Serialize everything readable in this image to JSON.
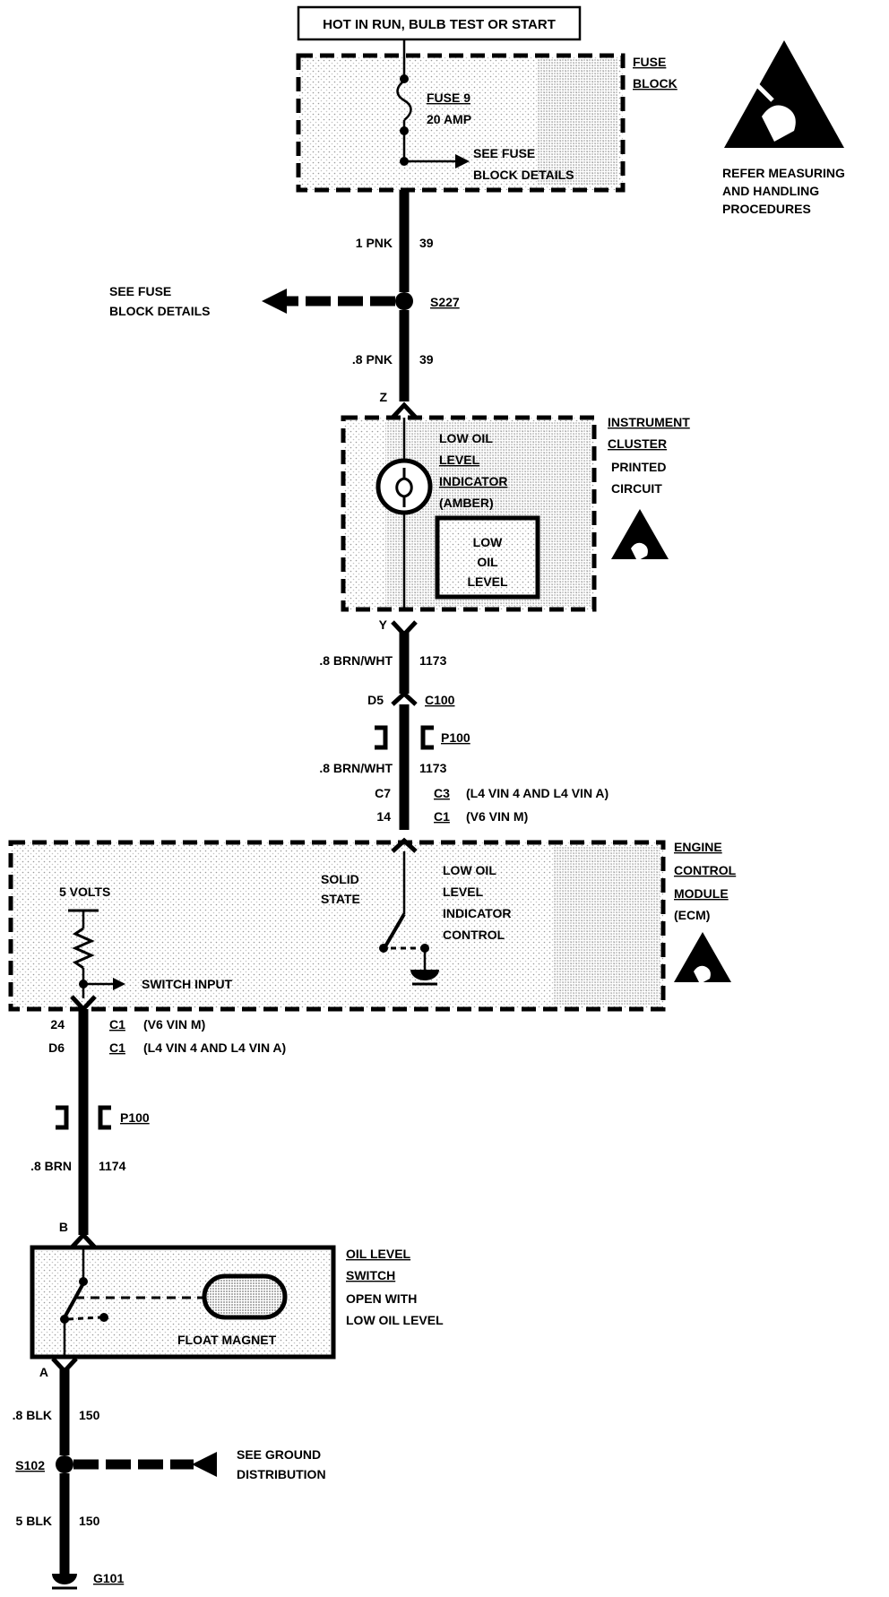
{
  "header": {
    "power_label": "HOT IN RUN, BULB TEST OR START"
  },
  "fuse_block": {
    "title_line1": "FUSE",
    "title_line2": "BLOCK",
    "fuse_name": "FUSE 9",
    "fuse_rating": "20 AMP",
    "see_details_line1": "SEE FUSE",
    "see_details_line2": "BLOCK DETAILS"
  },
  "esd_notice": {
    "line1": "REFER MEASURING",
    "line2": "AND HANDLING",
    "line3": "PROCEDURES"
  },
  "wires": {
    "w1_size": "1 PNK",
    "w1_circuit": "39",
    "w2_size": ".8 PNK",
    "w2_circuit": "39",
    "w3_size": ".8 BRN/WHT",
    "w3_circuit": "1173",
    "w4_size": ".8 BRN/WHT",
    "w4_circuit": "1173",
    "w5_size": ".8 BRN",
    "w5_circuit": "1174",
    "w6_size": ".8 BLK",
    "w6_circuit": "150",
    "w7_size": "5 BLK",
    "w7_circuit": "150"
  },
  "splice_s227": {
    "name": "S227",
    "see_line1": "SEE FUSE",
    "see_line2": "BLOCK DETAILS"
  },
  "instrument_cluster": {
    "title_line1": "INSTRUMENT",
    "title_line2": "CLUSTER",
    "title_line3": "PRINTED",
    "title_line4": "CIRCUIT",
    "pin_top": "Z",
    "pin_bottom": "Y",
    "indicator_line1": "LOW OIL",
    "indicator_line2": "LEVEL",
    "indicator_line3": "INDICATOR",
    "indicator_line4": "(AMBER)",
    "display_line1": "LOW",
    "display_line2": "OIL",
    "display_line3": "LEVEL"
  },
  "connector_c100": {
    "pin": "D5",
    "name": "C100"
  },
  "connector_p100_upper": {
    "name": "P100"
  },
  "ecm_connectors_top": {
    "pin_a": "C7",
    "conn_a": "C3",
    "note_a": "(L4 VIN 4 AND L4 VIN A)",
    "pin_b": "14",
    "conn_b": "C1",
    "note_b": "(V6 VIN M)"
  },
  "ecm": {
    "title_line1": "ENGINE",
    "title_line2": "CONTROL",
    "title_line3": "MODULE",
    "title_line4": "(ECM)",
    "voltage": "5 VOLTS",
    "switch_input": "SWITCH INPUT",
    "solid_state_line1": "SOLID",
    "solid_state_line2": "STATE",
    "control_line1": "LOW OIL",
    "control_line2": "LEVEL",
    "control_line3": "INDICATOR",
    "control_line4": "CONTROL"
  },
  "ecm_connectors_bottom": {
    "pin_a": "24",
    "conn_a": "C1",
    "note_a": "(V6 VIN M)",
    "pin_b": "D6",
    "conn_b": "C1",
    "note_b": "(L4 VIN 4 AND L4 VIN A)"
  },
  "connector_p100_lower": {
    "name": "P100"
  },
  "oil_switch": {
    "pin_top": "B",
    "pin_bottom": "A",
    "title_line1": "OIL LEVEL",
    "title_line2": "SWITCH",
    "title_line3": "OPEN WITH",
    "title_line4": "LOW OIL LEVEL",
    "float_label": "FLOAT MAGNET"
  },
  "splice_s102": {
    "name": "S102",
    "see_line1": "SEE GROUND",
    "see_line2": "DISTRIBUTION"
  },
  "ground": {
    "name": "G101"
  }
}
